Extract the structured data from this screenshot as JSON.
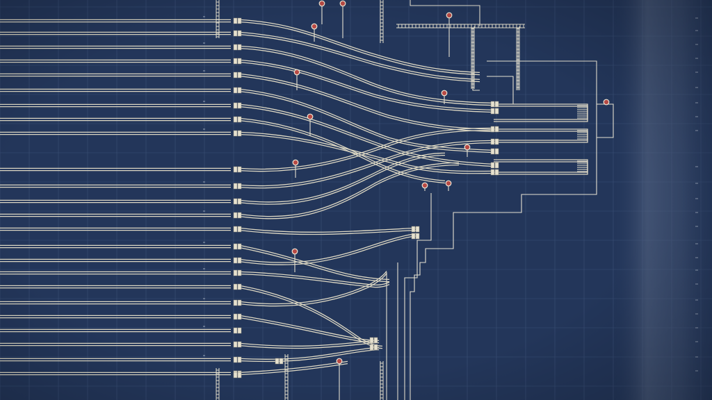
{
  "colors": {
    "background": "#23365a",
    "grid": "#3b5177",
    "track": "#ddd8c4",
    "signal": "#b84a45",
    "band": "#5a6a88"
  },
  "diagram": {
    "type": "railway-track-schematic",
    "track_count": 24,
    "signal_count": 14
  }
}
